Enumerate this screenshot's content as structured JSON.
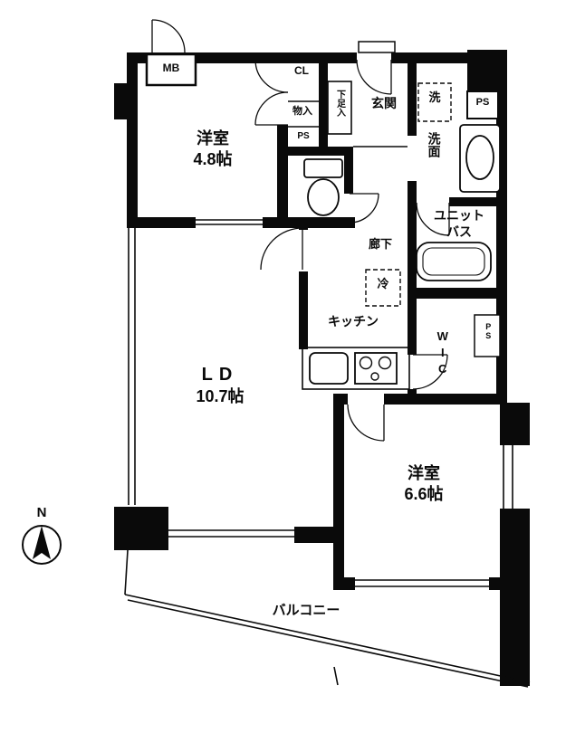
{
  "rooms": {
    "bedroom1": {
      "name": "洋室",
      "size": "4.8帖"
    },
    "living": {
      "name": "LD",
      "size": "10.7帖"
    },
    "bedroom2": {
      "name": "洋室",
      "size": "6.6帖"
    },
    "kitchen": {
      "label": "キッチン"
    },
    "hallway": {
      "label": "廊下"
    },
    "entrance": {
      "label": "玄関"
    },
    "washroom": {
      "label": "洗面"
    },
    "unit_bath": {
      "label": "ユニット\nバス"
    },
    "wic": {
      "label": "WIC"
    },
    "balcony": {
      "label": "バルコニー"
    }
  },
  "storage": {
    "closet": "CL",
    "monoire": "物入",
    "shoe_box": "下足入"
  },
  "utility": {
    "meter_box": "MB",
    "pipe_space_1": "PS",
    "pipe_space_2": "PS",
    "pipe_space_3": "PS",
    "washer": "洗",
    "fridge": "冷"
  },
  "compass": {
    "north": "N"
  },
  "colors": {
    "wall": "#0a0a0a",
    "background": "#ffffff"
  }
}
